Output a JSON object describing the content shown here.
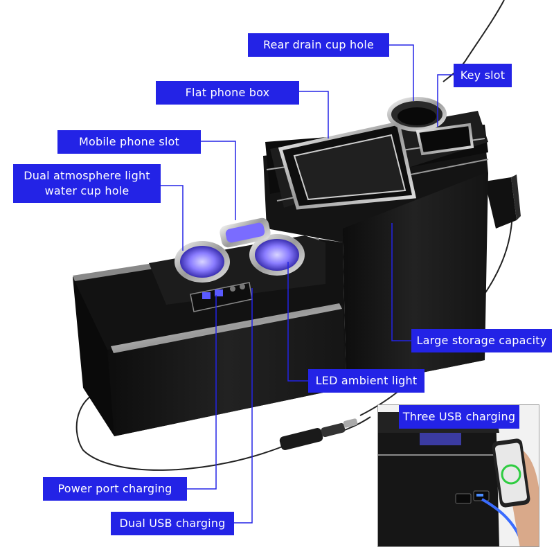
{
  "labels": {
    "rear_drain_cup_hole": "Rear drain cup hole",
    "key_slot": "Key slot",
    "flat_phone_box": "Flat phone box",
    "mobile_phone_slot": "Mobile phone slot",
    "dual_atmosphere_light_line1": "Dual atmosphere light",
    "dual_atmosphere_light_line2": "water cup hole",
    "large_storage_capacity": "Large storage capacity",
    "led_ambient_light": "LED ambient light",
    "three_usb_charging": "Three USB charging",
    "power_port_charging": "Power port charging",
    "dual_usb_charging": "Dual USB charging"
  },
  "colors": {
    "callout_bg": "#2323e6",
    "callout_text": "#ffffff",
    "leader_line": "#2323e6",
    "product_body": "#1a1a1a",
    "cup_glow": "#6a5cff",
    "chrome": "#c8c8c8",
    "phone_charge_ring": "#2ecc40"
  }
}
